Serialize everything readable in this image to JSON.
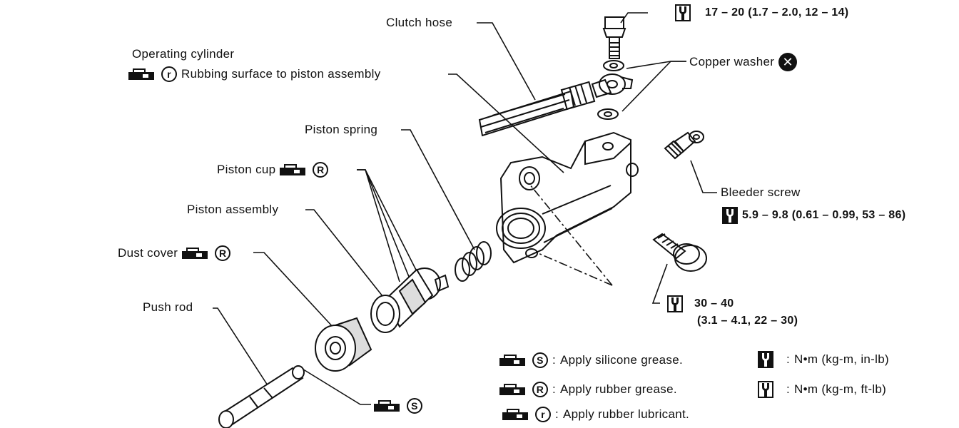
{
  "labels": {
    "clutch_hose": "Clutch hose",
    "operating_cylinder": "Operating cylinder",
    "rubbing_surface": "Rubbing surface to piston assembly",
    "copper_washer": "Copper washer",
    "piston_spring": "Piston spring",
    "piston_cup": "Piston cup",
    "piston_assembly": "Piston assembly",
    "dust_cover": "Dust cover",
    "push_rod": "Push rod",
    "bleeder_screw": "Bleeder screw"
  },
  "torques": {
    "union_bolt": "17 – 20 (1.7 – 2.0, 12 – 14)",
    "bleeder_screw": "5.9 – 9.8 (0.61 – 0.99, 53 – 86)",
    "mount_bolt_line1": "30 – 40",
    "mount_bolt_line2": "(3.1 – 4.1, 22 – 30)"
  },
  "symbols": {
    "r_small": "r",
    "R_big": "R",
    "S": "S",
    "x": "✕"
  },
  "legend": {
    "colon": ":",
    "silicone": "Apply silicone grease.",
    "rubber_grease": "Apply rubber grease.",
    "rubber_lubricant": "Apply rubber lubricant.",
    "unit_in_lb": "N•m (kg-m, in-lb)",
    "unit_ft_lb": "N•m (kg-m, ft-lb)"
  },
  "icons": [
    "grease-gun-icon",
    "torque-wrench-icon",
    "replace-part-icon"
  ],
  "colors": {
    "ink": "#111111",
    "paper": "#ffffff"
  }
}
